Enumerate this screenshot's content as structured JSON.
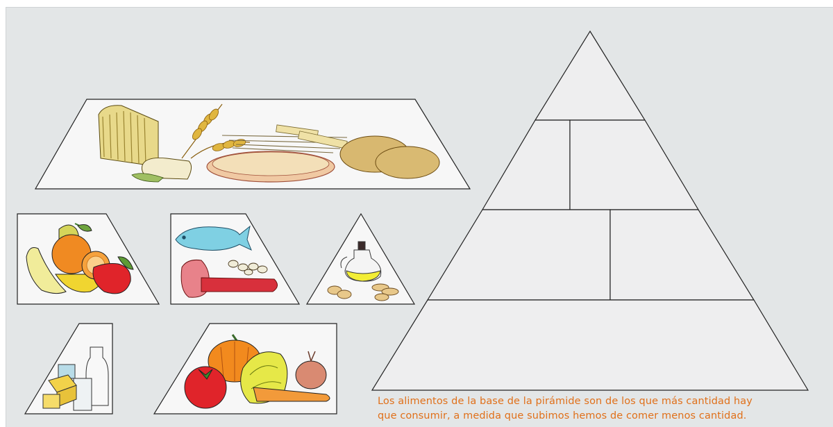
{
  "caption": {
    "line1": "Los alimentos de la base de la pirámide son de los que más cantidad hay",
    "line2": "que consumir, a medida que subimos hemos de comer menos cantidad."
  },
  "colors": {
    "background": "#e3e6e7",
    "slot_fill": "#eeeeef",
    "outline": "#222222",
    "caption_text": "#e0701a"
  },
  "pieces": [
    {
      "name": "cereals-piece",
      "icon": "bread-wheat-pasta-potatoes"
    },
    {
      "name": "fruit-piece",
      "icon": "fruits"
    },
    {
      "name": "protein-piece",
      "icon": "fish-meat-nuts"
    },
    {
      "name": "oil-piece",
      "icon": "oil-bottle-nuts"
    },
    {
      "name": "dairy-piece",
      "icon": "milk-cheese-butter"
    },
    {
      "name": "vegetables-piece",
      "icon": "pumpkin-tomato-carrot-onion"
    }
  ],
  "pyramid_slots": [
    {
      "name": "slot-top"
    },
    {
      "name": "slot-row2-left"
    },
    {
      "name": "slot-row2-right"
    },
    {
      "name": "slot-row3-left"
    },
    {
      "name": "slot-row3-right"
    },
    {
      "name": "slot-base"
    }
  ]
}
